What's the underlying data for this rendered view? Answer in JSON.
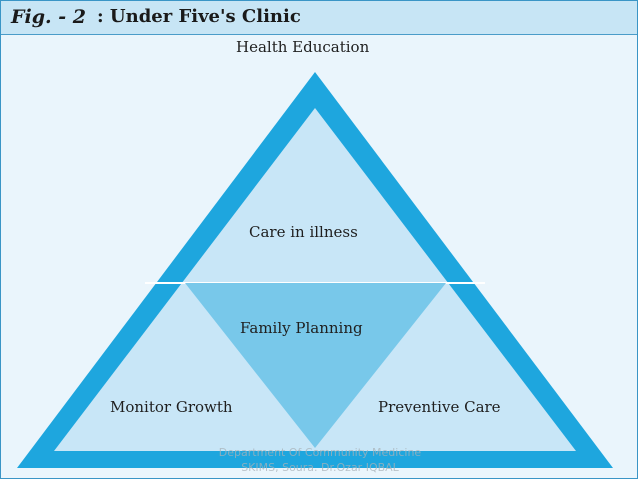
{
  "figure": {
    "label": "Fig. - 2",
    "title": ": Under Five's Clinic"
  },
  "diagram": {
    "apex_label": "Health Education",
    "top_section": "Care in illness",
    "center_section": "Family Planning",
    "bottom_left_section": "Monitor Growth",
    "bottom_right_section": "Preventive Care"
  },
  "watermark": {
    "line1": "Department Of Community Medicine",
    "line2": "SKIMS, Soura. Dr.Ozar IQBAL"
  },
  "colors": {
    "outer_triangle": "#1ea6de",
    "inner_fill": "#c8e6f7",
    "center_triangle": "#78c8ea",
    "background": "#eaf5fc"
  }
}
